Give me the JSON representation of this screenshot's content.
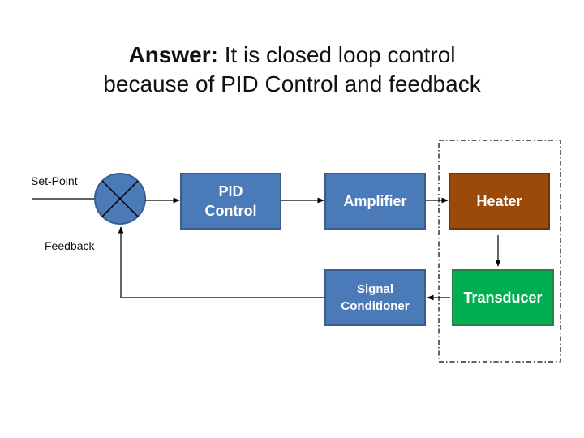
{
  "title": {
    "bold": "Answer:",
    "line1_rest": " It is closed loop control",
    "line2": "because of PID Control and feedback"
  },
  "labels": {
    "set_point": "Set-Point",
    "feedback": "Feedback"
  },
  "blocks": {
    "pid_line1": "PID",
    "pid_line2": "Control",
    "amplifier": "Amplifier",
    "heater": "Heater",
    "transducer": "Transducer",
    "signal_line1": "Signal",
    "signal_line2": "Conditioner"
  },
  "colors": {
    "blue_block": "#4a7ab8",
    "heater_block": "#9c4a09",
    "transducer_block": "#00b050",
    "summing_junction": "#4a7ab8"
  }
}
